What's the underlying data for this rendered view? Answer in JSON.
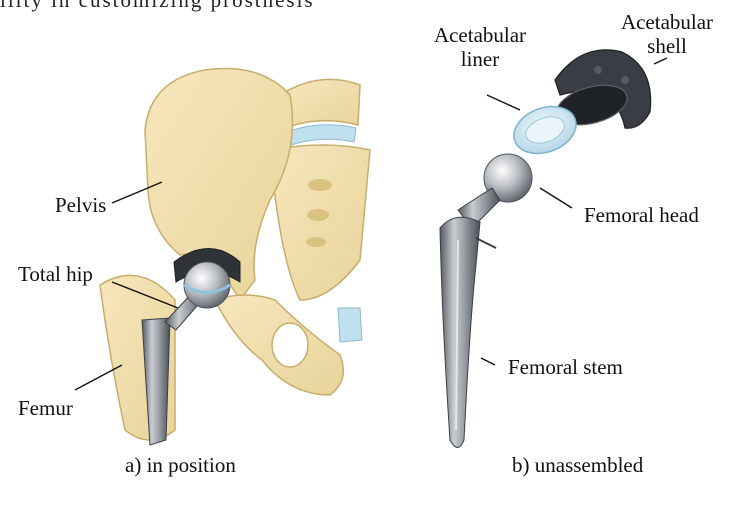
{
  "top_cut_text": "ility in customizing prosthesis",
  "panel_a": {
    "labels": {
      "pelvis": "Pelvis",
      "total_hip": "Total hip",
      "femur": "Femur"
    },
    "caption": "a) in position"
  },
  "panel_b": {
    "labels": {
      "acetabular_liner_l1": "Acetabular",
      "acetabular_liner_l2": "liner",
      "acetabular_shell_l1": "Acetabular",
      "acetabular_shell_l2": "shell",
      "femoral_head": "Femoral head",
      "femoral_stem": "Femoral stem"
    },
    "caption": "b) unassembled"
  }
}
